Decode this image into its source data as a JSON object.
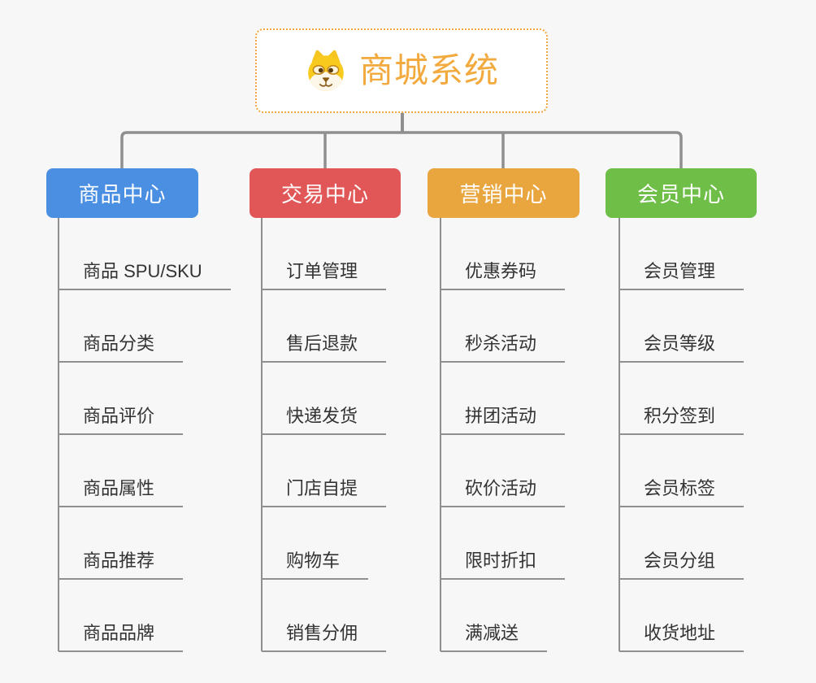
{
  "root": {
    "title": "商城系统",
    "icon": "dog-face-icon"
  },
  "branches": [
    {
      "label": "商品中心",
      "color": "#4a8fe2",
      "items": [
        "商品 SPU/SKU",
        "商品分类",
        "商品评价",
        "商品属性",
        "商品推荐",
        "商品品牌"
      ]
    },
    {
      "label": "交易中心",
      "color": "#e15757",
      "items": [
        "订单管理",
        "售后退款",
        "快递发货",
        "门店自提",
        "购物车",
        "销售分佣"
      ]
    },
    {
      "label": "营销中心",
      "color": "#e9a63f",
      "items": [
        "优惠券码",
        "秒杀活动",
        "拼团活动",
        "砍价活动",
        "限时折扣",
        "满减送"
      ]
    },
    {
      "label": "会员中心",
      "color": "#6fbe47",
      "items": [
        "会员管理",
        "会员等级",
        "积分签到",
        "会员标签",
        "会员分组",
        "收货地址"
      ]
    }
  ],
  "colors": {
    "background": "#f7f7f7",
    "connector": "#8f8f8f",
    "root_title": "#f2a93d",
    "root_border": "#f0a73c",
    "leaf_text": "#333333"
  }
}
